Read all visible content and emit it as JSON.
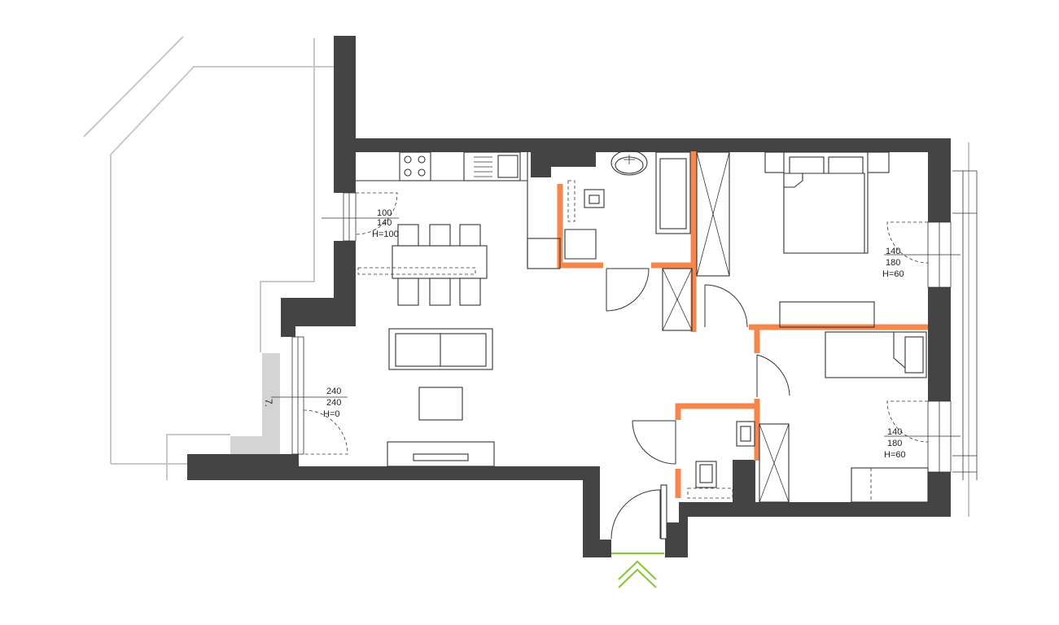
{
  "openings": [
    {
      "id": "living-window-small",
      "width": "100",
      "height": "140",
      "sill": "H=100"
    },
    {
      "id": "balcony-door",
      "width": "240",
      "height": "240",
      "sill": "H=0"
    },
    {
      "id": "bedroom-window",
      "width": "140",
      "height": "180",
      "sill": "H=60"
    },
    {
      "id": "room-window",
      "width": "140",
      "height": "180",
      "sill": "H=60"
    }
  ],
  "terrace_label": "7.",
  "colors": {
    "structural_wall": "#444444",
    "partition_wall": "#f5874d",
    "entrance_marker": "#8dc63f",
    "terrace_outline": "#c8c8c8",
    "paving": "#d4d4d4"
  },
  "icons": {
    "entrance": "double-chevron-up-icon"
  }
}
